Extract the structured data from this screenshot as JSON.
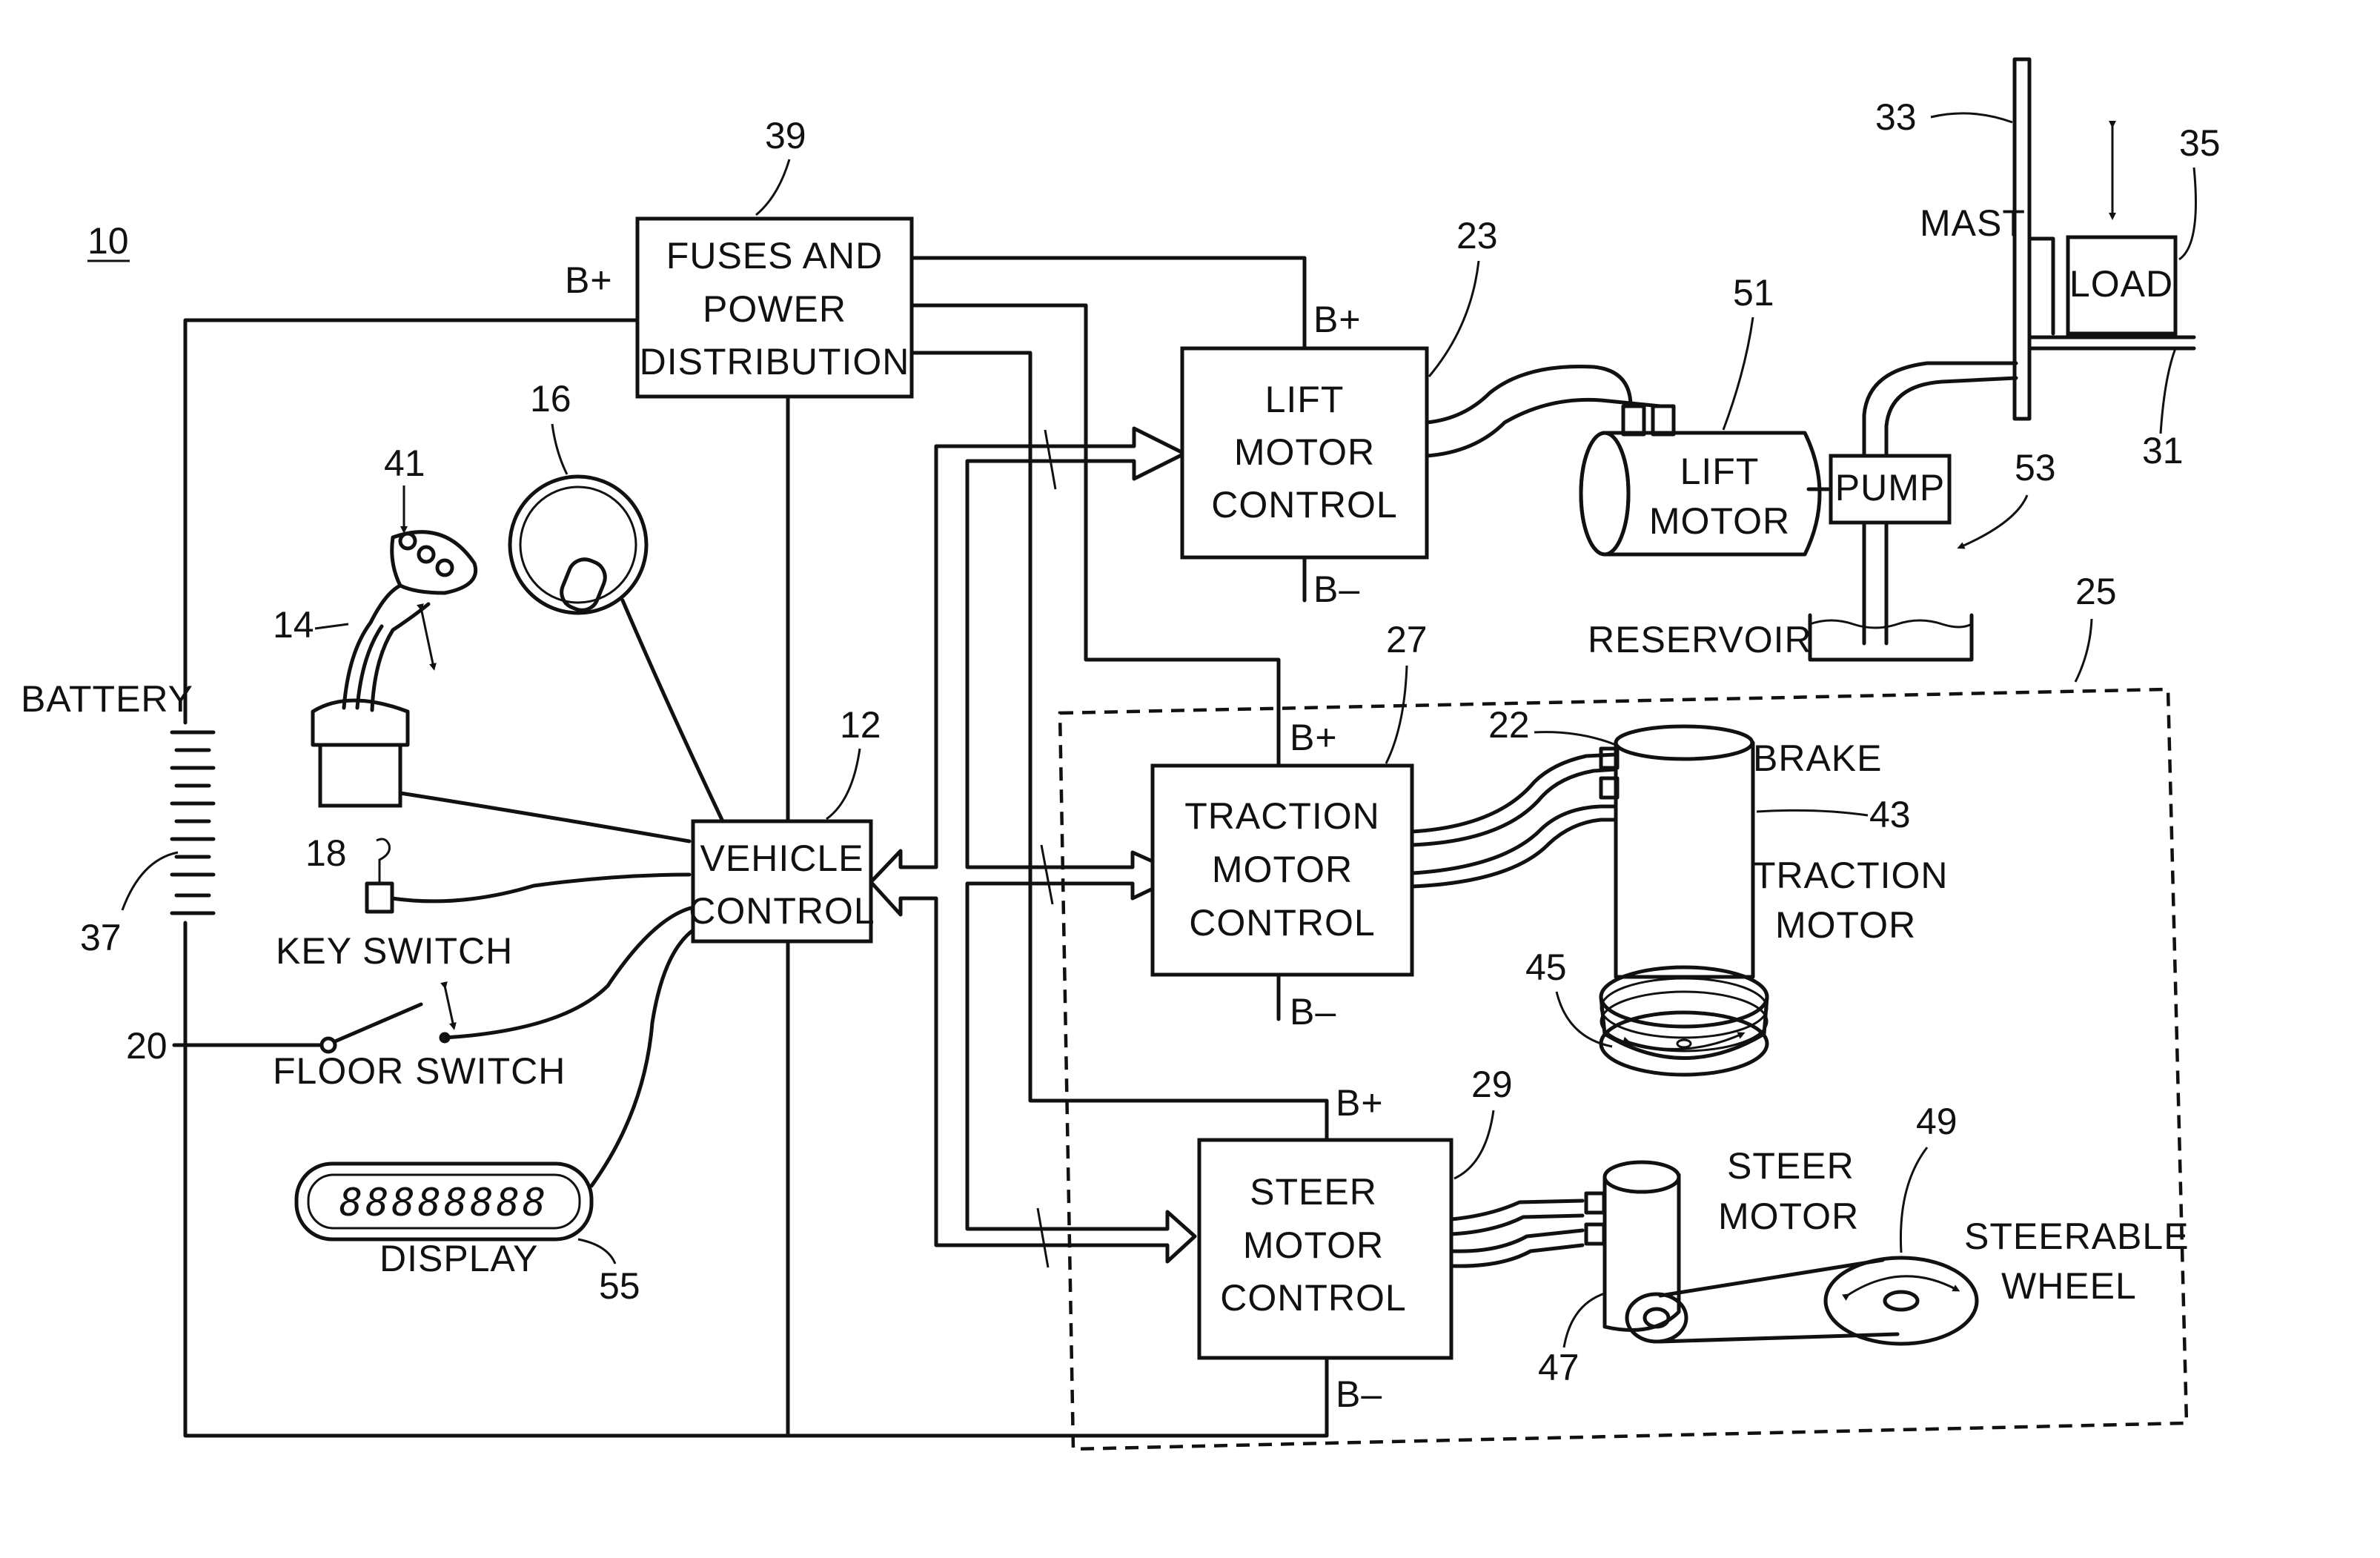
{
  "figure": {
    "number": "10",
    "colors": {
      "ink": "#111111",
      "paper": "#ffffff"
    }
  },
  "boxes": {
    "fuses": {
      "lines": [
        "FUSES  AND",
        "POWER",
        "DISTRIBUTION"
      ],
      "ref": "39",
      "bplus": "B+"
    },
    "vehicle_control": {
      "lines": [
        "VEHICLE",
        "CONTROL"
      ],
      "ref": "12"
    },
    "lift_control": {
      "lines": [
        "LIFT",
        "MOTOR",
        "CONTROL"
      ],
      "ref": "23",
      "bplus": "B+",
      "bminus": "B–"
    },
    "traction_control": {
      "lines": [
        "TRACTION",
        "MOTOR",
        "CONTROL"
      ],
      "ref": "27",
      "bplus": "B+",
      "bminus": "B–"
    },
    "steer_control": {
      "lines": [
        "STEER",
        "MOTOR",
        "CONTROL"
      ],
      "ref": "29",
      "bplus": "B+",
      "bminus": "B–"
    }
  },
  "components": {
    "battery": {
      "label": "BATTERY",
      "ref": "37"
    },
    "joystick": {
      "ref": "14",
      "buttons_ref": "41",
      "icon": "joystick-icon"
    },
    "steering_dial": {
      "ref": "16",
      "icon": "steering-dial-icon"
    },
    "key_switch": {
      "label": "KEY  SWITCH",
      "ref": "18",
      "icon": "key-icon"
    },
    "floor_switch": {
      "label": "FLOOR  SWITCH",
      "ref": "20",
      "icon": "switch-icon"
    },
    "display": {
      "label": "DISPLAY",
      "ref": "55",
      "digits": "88888888"
    },
    "lift_motor": {
      "lines": [
        "LIFT",
        "MOTOR"
      ],
      "ref": "51"
    },
    "pump": {
      "label": "PUMP",
      "ref": "53"
    },
    "reservoir": {
      "label": "RESERVOIR"
    },
    "mast": {
      "label": "MAST",
      "ref": "33"
    },
    "load": {
      "label": "LOAD",
      "ref": "35"
    },
    "forks": {
      "ref": "31"
    },
    "traction_motor": {
      "lines": [
        "TRACTION",
        "MOTOR"
      ],
      "ref": "43",
      "brake_label": "BRAKE",
      "brake_ref": "22",
      "wheel_ref": "45"
    },
    "steer_motor": {
      "lines": [
        "STEER",
        "MOTOR"
      ],
      "ref": "47"
    },
    "steerable_wheel": {
      "lines": [
        "STEERABLE",
        "WHEEL"
      ],
      "ref": "49"
    },
    "drive_unit": {
      "ref": "25"
    }
  }
}
